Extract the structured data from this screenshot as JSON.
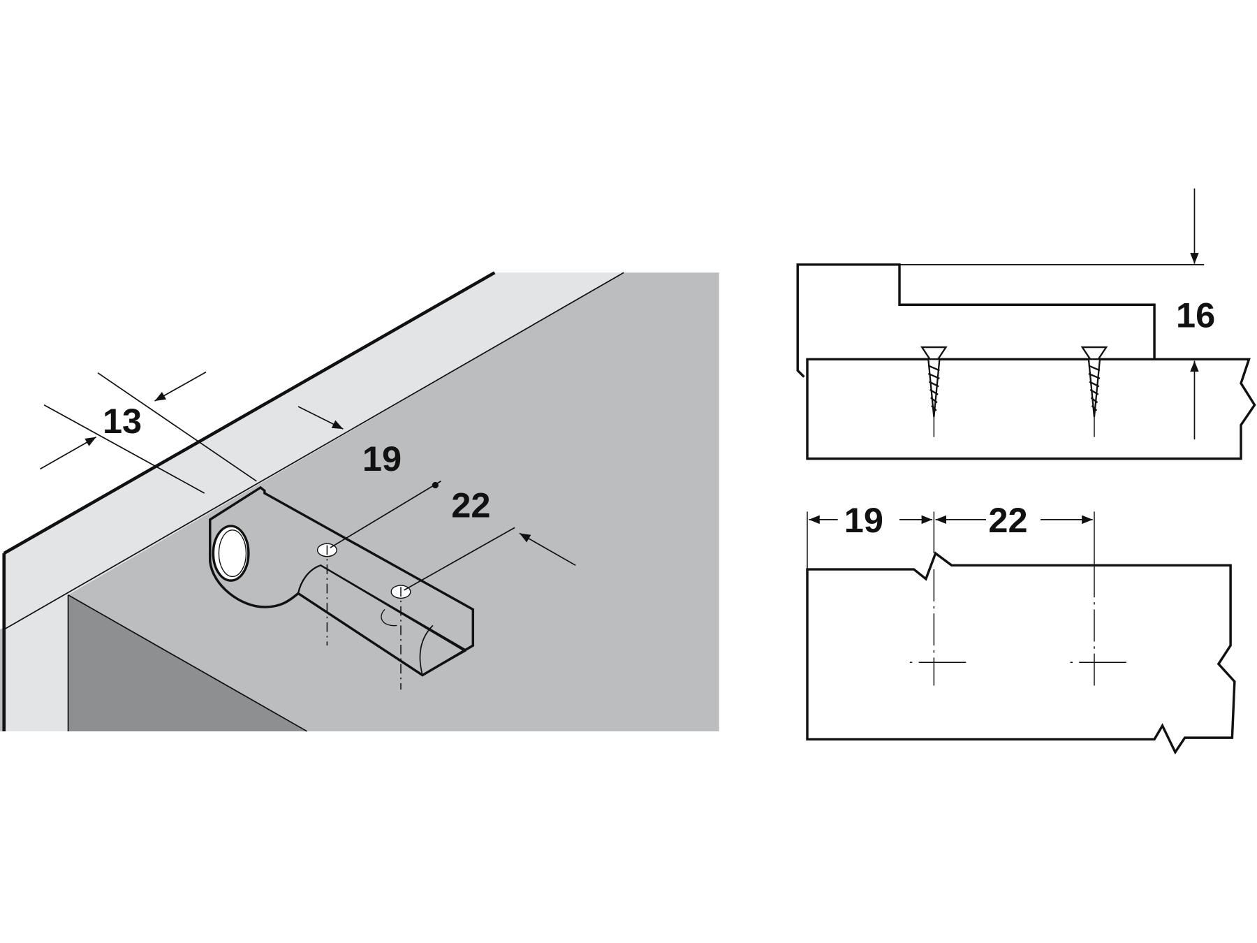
{
  "iso_view": {
    "dims": {
      "depth": "13",
      "edge_offset": "19",
      "hole_spacing": "22"
    }
  },
  "side_view": {
    "dims": {
      "height": "16"
    }
  },
  "top_view": {
    "dims": {
      "edge_offset": "19",
      "hole_spacing": "22"
    }
  },
  "colors": {
    "panel_light": "#e3e4e6",
    "panel_mid": "#bcbdbf",
    "panel_dark": "#8e8f91",
    "line": "#111111"
  }
}
